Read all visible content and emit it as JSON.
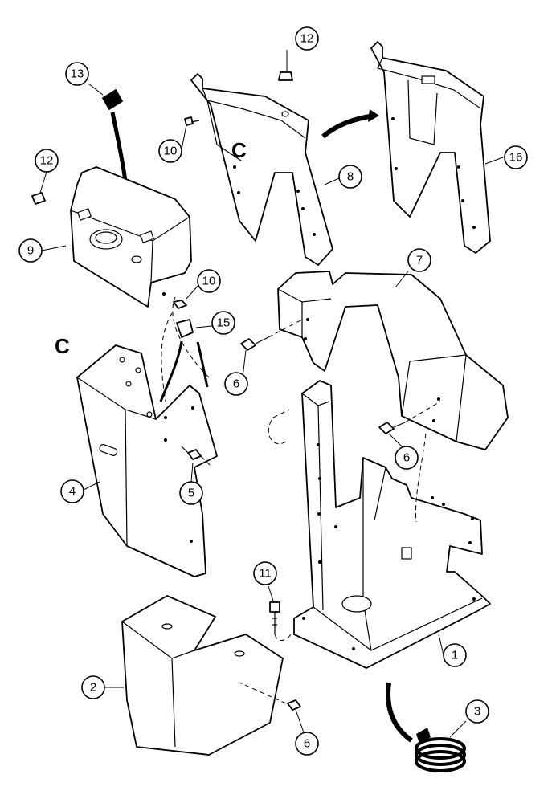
{
  "callouts": [
    {
      "id": "1",
      "label": "1"
    },
    {
      "id": "2",
      "label": "2"
    },
    {
      "id": "3",
      "label": "3"
    },
    {
      "id": "4",
      "label": "4"
    },
    {
      "id": "5",
      "label": "5"
    },
    {
      "id": "6a",
      "label": "6"
    },
    {
      "id": "6b",
      "label": "6"
    },
    {
      "id": "6c",
      "label": "6"
    },
    {
      "id": "7",
      "label": "7"
    },
    {
      "id": "8",
      "label": "8"
    },
    {
      "id": "9",
      "label": "9"
    },
    {
      "id": "10a",
      "label": "10"
    },
    {
      "id": "10b",
      "label": "10"
    },
    {
      "id": "11",
      "label": "11"
    },
    {
      "id": "12a",
      "label": "12"
    },
    {
      "id": "12b",
      "label": "12"
    },
    {
      "id": "13",
      "label": "13"
    },
    {
      "id": "15",
      "label": "15"
    },
    {
      "id": "16",
      "label": "16"
    }
  ],
  "markers": {
    "c_upper": "C",
    "c_lower": "C"
  }
}
